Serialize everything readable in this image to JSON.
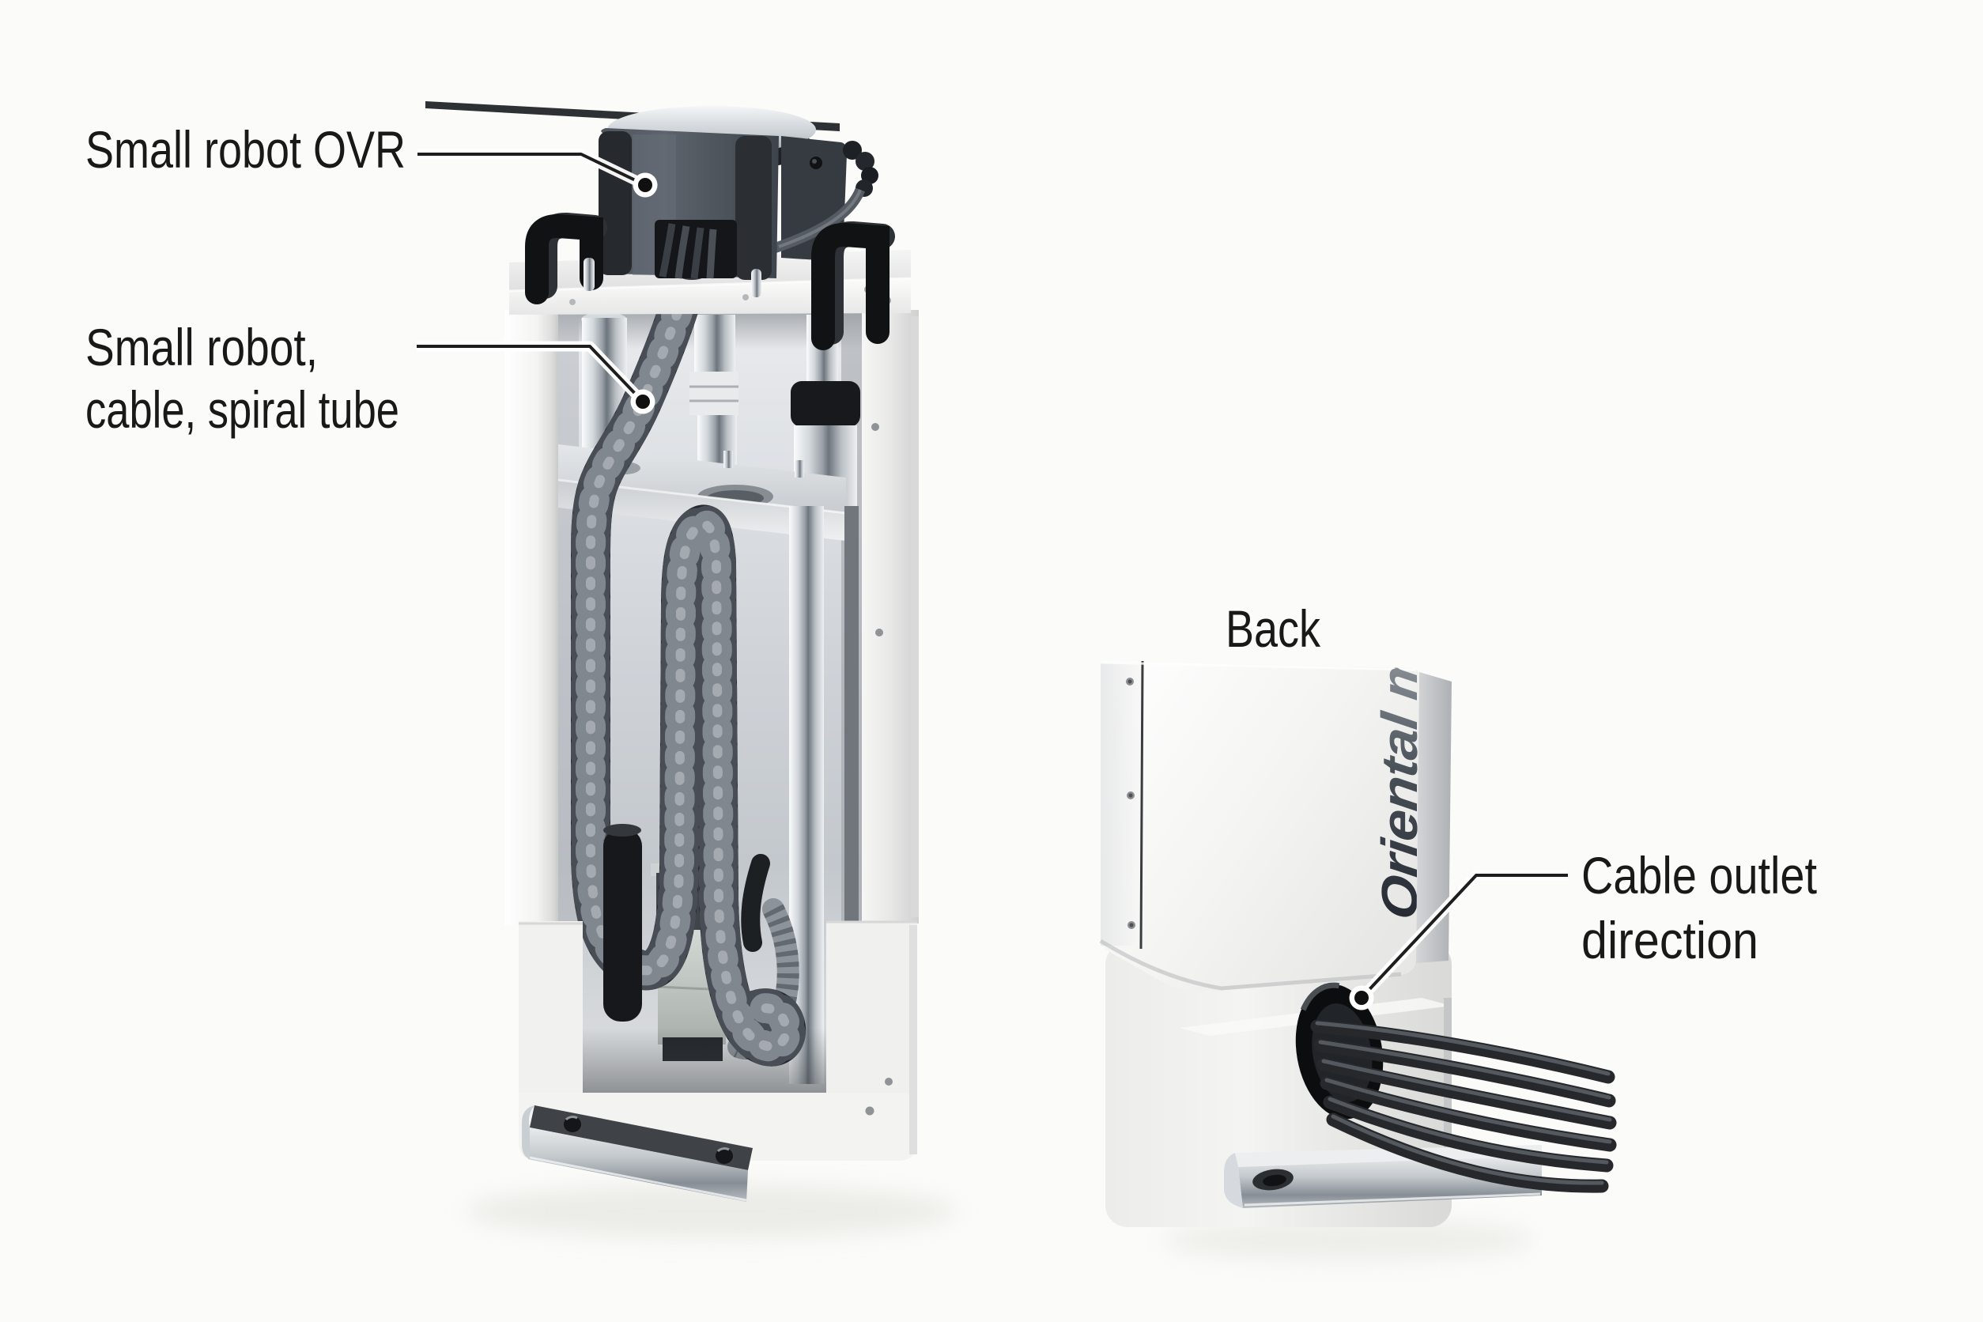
{
  "labels": {
    "small_robot_ovr": "Small robot OVR",
    "small_robot_cable_line1": "Small robot,",
    "small_robot_cable_line2": "cable, spiral tube",
    "back": "Back",
    "cable_outlet_line1": "Cable outlet",
    "cable_outlet_line2": "direction"
  },
  "brand": {
    "text": "Oriental m"
  },
  "colors": {
    "background": "#fbfbf9",
    "label_text": "#191919",
    "leader_line": "#1e1e1e",
    "brand_gradient_dark": "#262b33",
    "brand_gradient_light": "#90969c",
    "housing_white": "#f5f5f3",
    "spiral_tube": "#24272b",
    "cable_black": "#26282b",
    "chrome": "#9aa1a8"
  }
}
